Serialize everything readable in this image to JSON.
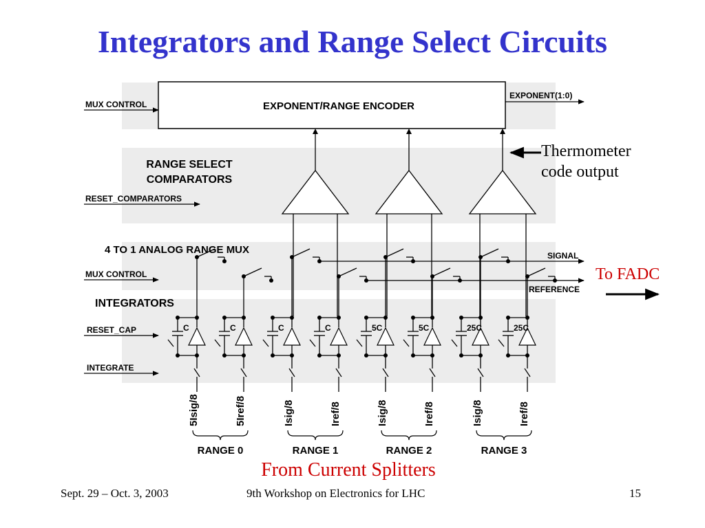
{
  "title": "Integrators and Range Select Circuits",
  "diagram": {
    "encoder_label": "EXPONENT/RANGE ENCODER",
    "exponent_label": "EXPONENT(1:0)",
    "mux_control_label": "MUX CONTROL",
    "comparators_label_line1": "RANGE SELECT",
    "comparators_label_line2": "COMPARATORS",
    "reset_comparators_label": "RESET_COMPARATORS",
    "range_mux_label": "4 TO 1 ANALOG RANGE MUX",
    "signal_label": "SIGNAL",
    "reference_label": "REFERENCE",
    "integrators_label": "INTEGRATORS",
    "reset_cap_label": "RESET_CAP",
    "integrate_label": "INTEGRATE",
    "capacitors": [
      "C",
      "C",
      "C",
      "C",
      "5C",
      "5C",
      "25C",
      "25C"
    ],
    "inputs": [
      "5Isig/8",
      "5Iref/8",
      "Isig/8",
      "Iref/8",
      "Isig/8",
      "Iref/8",
      "Isig/8",
      "Iref/8"
    ],
    "ranges": [
      "RANGE 0",
      "RANGE 1",
      "RANGE 2",
      "RANGE 3"
    ]
  },
  "annotations": {
    "thermometer_line1": "Thermometer",
    "thermometer_line2": "code output",
    "to_fadc": "To FADC",
    "from_splitters": "From Current Splitters"
  },
  "footer": {
    "date": "Sept. 29 – Oct. 3, 2003",
    "event": "9th Workshop on Electronics for LHC",
    "page": "15"
  }
}
